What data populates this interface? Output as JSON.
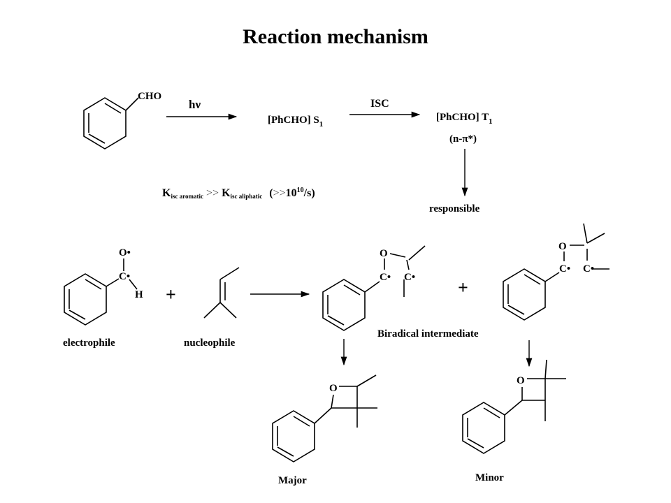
{
  "slide": {
    "title": "Reaction mechanism"
  },
  "scheme": {
    "reactant_formula": "CHO",
    "step1_label": "hν",
    "singlet": {
      "main": "[PhCHO] S",
      "sub": "1"
    },
    "isc_label": "ISC",
    "triplet": {
      "main": "[PhCHO] T",
      "sub": "1"
    },
    "triplet_state": "(n-π*)",
    "responsible": "responsible",
    "rate": {
      "k1": "K",
      "k1_sub": "isc aromatic",
      "gt": ">>",
      "k2": "K",
      "k2_sub": "isc aliphatic",
      "paren_open": "(",
      "gt2": ">>",
      "base": "10",
      "exp": "10",
      "unit": "/s)"
    },
    "electrophile": {
      "atom_o": "O•",
      "atom_c": "C•",
      "atom_h": "H",
      "label": "electrophile"
    },
    "plus": "+",
    "nucleophile_label": "nucleophile",
    "biradical": {
      "atom_o": "O",
      "atom_c1": "C•",
      "atom_c2": "C•",
      "label": "Biradical intermediate"
    },
    "major": {
      "atom_o": "O",
      "label": "Major"
    },
    "minor": {
      "atom_o": "O",
      "label": "Minor"
    }
  }
}
